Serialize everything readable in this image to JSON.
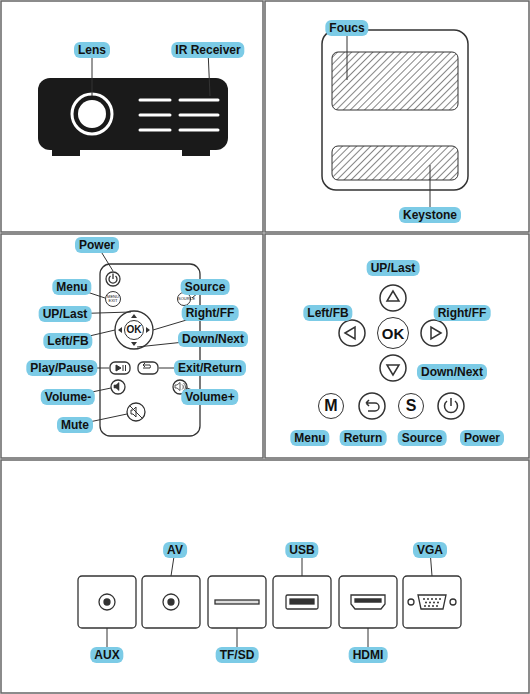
{
  "diagram": {
    "nodes": [
      {
        "text": [
          "MENU EXIT"
        ]
      },
      {
        "text": [
          "SOURCE"
        ]
      },
      {
        "text": [
          "OK"
        ]
      },
      {
        "text": [
          "OK"
        ]
      },
      {
        "text": [
          "M"
        ]
      },
      {
        "text": [
          "S"
        ]
      }
    ],
    "labels": [
      "Lens",
      "IR Receiver",
      "Foucs",
      "Keystone",
      "Power",
      "Menu",
      "Source",
      "UP/Last",
      "Left/FB",
      "Right/FF",
      "Down/Next",
      "Play/Pause",
      "Exit/Return",
      "Volume-",
      "Volume+",
      "Mute",
      "UP/Last",
      "Left/FB",
      "Right/FF",
      "Down/Next",
      "Menu",
      "Return",
      "Source",
      "Power",
      "AV",
      "USB",
      "VGA",
      "AUX",
      "TF/SD",
      "HDMI"
    ]
  }
}
